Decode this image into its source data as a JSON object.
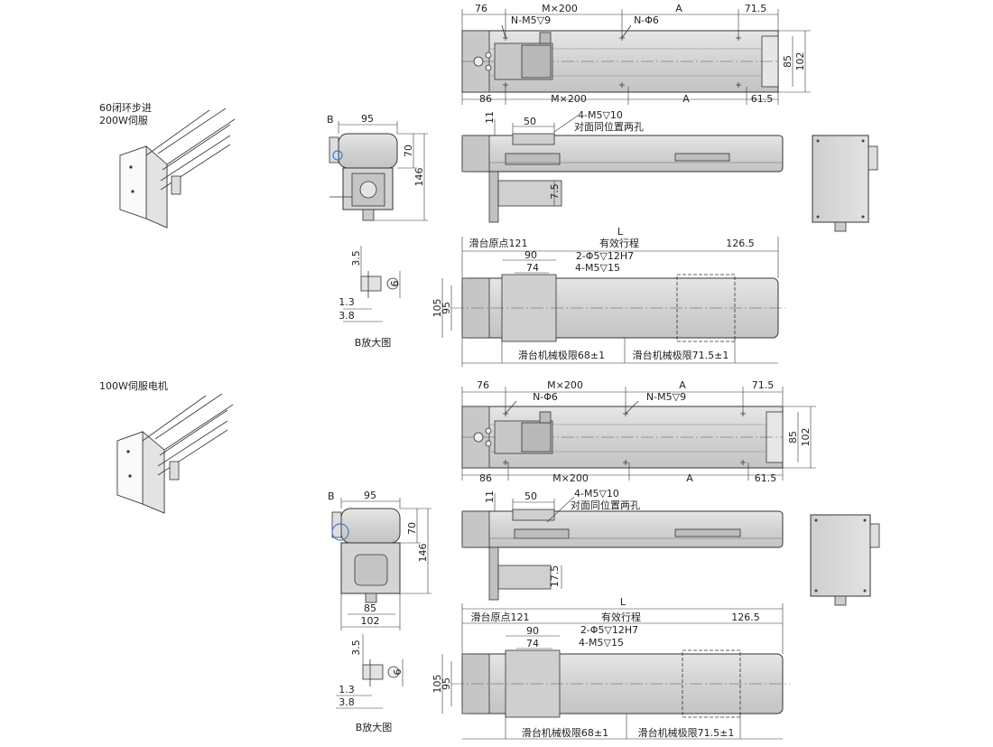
{
  "sections": [
    {
      "title_lines": [
        "60闭环步进",
        "200W伺服"
      ],
      "top": {
        "d1": "76",
        "d2": "M×200",
        "d3": "A",
        "d4": "71.5",
        "tap": "N-M5▽9",
        "hole": "N-Φ6",
        "h1": "85",
        "h2": "102",
        "b1": "86",
        "b2": "M×200",
        "b3": "A",
        "b4": "61.5"
      },
      "side": {
        "b_label": "B",
        "w95": "95",
        "d11": "11",
        "d50": "50",
        "tap": "4-M5▽10",
        "note": "对面同位置两孔",
        "d70": "70",
        "d146": "146",
        "d75": "7.5"
      },
      "bottom": {
        "L": "L",
        "origin": "滑台原点121",
        "stroke": "有效行程",
        "d126": "126.5",
        "d90": "90",
        "pin": "2-Φ5▽12H7",
        "d74": "74",
        "tap": "4-M5▽15",
        "d105": "105",
        "d95": "95",
        "lim1": "滑台机械极限68±1",
        "lim2": "滑台机械极限71.5±1"
      },
      "detail": {
        "d35": "3.5",
        "d6": "6",
        "d13": "1.3",
        "d38": "3.8",
        "caption": "B放大图"
      }
    },
    {
      "title_lines": [
        "100W伺服电机"
      ],
      "top": {
        "d1": "76",
        "d2": "M×200",
        "d3": "A",
        "d4": "71.5",
        "hole": "N-Φ6",
        "tap": "N-M5▽9",
        "h1": "85",
        "h2": "102",
        "b1": "86",
        "b2": "M×200",
        "b3": "A",
        "b4": "61.5"
      },
      "side": {
        "b_label": "B",
        "w95": "95",
        "d11": "11",
        "d50": "50",
        "tap": "4-M5▽10",
        "note": "对面同位置两孔",
        "d70": "70",
        "d146": "146",
        "d175": "17.5",
        "w85": "85",
        "w102": "102"
      },
      "bottom": {
        "L": "L",
        "origin": "滑台原点121",
        "stroke": "有效行程",
        "d126": "126.5",
        "d90": "90",
        "pin": "2-Φ5▽12H7",
        "d74": "74",
        "tap": "4-M5▽15",
        "d105": "105",
        "d95": "95",
        "lim1": "滑台机械极限68±1",
        "lim2": "滑台机械极限71.5±1"
      },
      "detail": {
        "d35": "3.5",
        "d6": "6",
        "d13": "1.3",
        "d38": "3.8",
        "caption": "B放大图"
      }
    }
  ],
  "colors": {
    "line": "#333333",
    "body": "#d9d9d9",
    "body_dark": "#bdbdbd",
    "highlight": "#3a7fd0"
  }
}
